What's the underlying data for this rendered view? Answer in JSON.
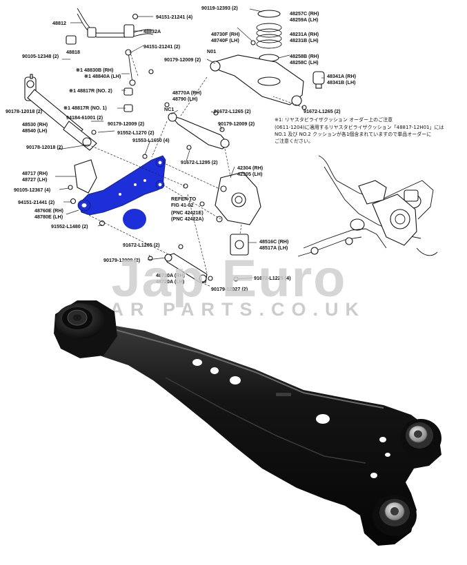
{
  "diagram": {
    "parts": [
      {
        "label": "94151-21241 (4)"
      },
      {
        "label": "48812"
      },
      {
        "label": "48832A"
      },
      {
        "label": "90105-12348 (2)"
      },
      {
        "label": "48818"
      },
      {
        "label": "94151-21241 (2)"
      },
      {
        "label": "※1 48830B (RH)"
      },
      {
        "label": "※1 48840A (LH)"
      },
      {
        "label": "90119-12393 (2)"
      },
      {
        "label": "48257C (RH)"
      },
      {
        "label": "48259A (LH)"
      },
      {
        "label": "48730F (RH)"
      },
      {
        "label": "48740F (LH)"
      },
      {
        "label": "48231A (RH)"
      },
      {
        "label": "48231B (LH)"
      },
      {
        "label": "N01"
      },
      {
        "label": "90179-12009 (2)"
      },
      {
        "label": "48258B (RH)"
      },
      {
        "label": "48258C (LH)"
      },
      {
        "label": "48341A (RH)"
      },
      {
        "label": "48341B (LH)"
      },
      {
        "label": "※1 48817R (NO. 2)"
      },
      {
        "label": "48770A (RH)"
      },
      {
        "label": "48790 (LH)"
      },
      {
        "label": "90178-12018 (2)"
      },
      {
        "label": "※1 48817R (NO. 1)"
      },
      {
        "label": "NC1"
      },
      {
        "label": "91672-L1265 (2)"
      },
      {
        "label": "91672-L1265 (2)"
      },
      {
        "label": "94184-61001 (2)"
      },
      {
        "label": "90179-12009 (2)"
      },
      {
        "label": "90179-12009 (2)"
      },
      {
        "label": "48530 (RH)"
      },
      {
        "label": "48540 (LH)"
      },
      {
        "label": "91552-L1270 (2)"
      },
      {
        "label": "90178-12018 (2)"
      },
      {
        "label": "91553-L1650 (4)"
      },
      {
        "label": "91672-L1295 (2)"
      },
      {
        "label": "42304 (RH)"
      },
      {
        "label": "42305 (LH)"
      },
      {
        "label": "48717 (RH)"
      },
      {
        "label": "48727 (LH)"
      },
      {
        "label": "90105-12367 (4)"
      },
      {
        "label": "94151-21441 (2)"
      },
      {
        "label": "48760E (RH)"
      },
      {
        "label": "48780E (LH)"
      },
      {
        "label": "91552-L1480 (2)"
      },
      {
        "label": "REFER TO"
      },
      {
        "label": "FIG 41-02"
      },
      {
        "label": "(PNC 42421E)"
      },
      {
        "label": "(PNC 42422A)"
      },
      {
        "label": "91672-L1265 (2)"
      },
      {
        "label": "48516C (RH)"
      },
      {
        "label": "48517A (LH)"
      },
      {
        "label": "90179-12009 (2)"
      },
      {
        "label": "48710A (RH)"
      },
      {
        "label": "48720A (LH)"
      },
      {
        "label": "91672-L1225 (4)"
      },
      {
        "label": "90179-12027 (2)"
      }
    ],
    "note": {
      "line1": "※1: リヤスタビライザクッション オーダー上のご注意",
      "line2": "(0611-1204)に適用するリヤスタビライザクッション「48817-12H01」には",
      "line3": "NO.1 及び NO.2 クッションが各1個含まれていますので単品オーダーに",
      "line4": "ご注意ください。"
    }
  },
  "watermark": {
    "brand": "Jap Euro",
    "tagline": "CAR PARTS.CO.UK"
  },
  "colors": {
    "highlight": "#1d2fd8",
    "arm": "#151515",
    "watermark": "#c9c9c9"
  }
}
